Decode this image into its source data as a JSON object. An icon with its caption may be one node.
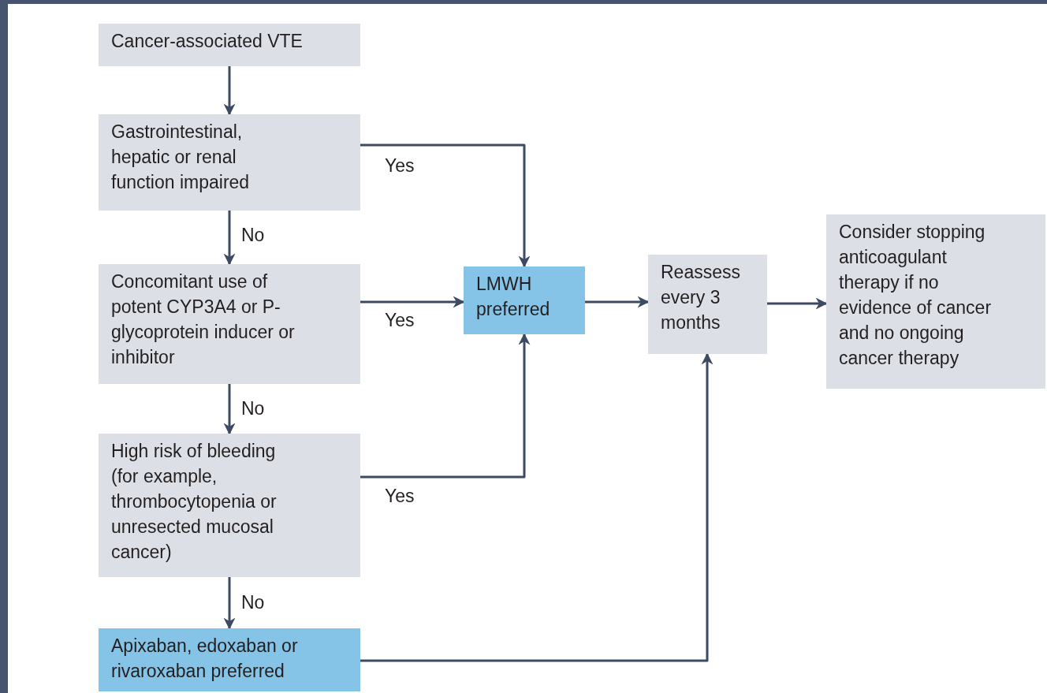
{
  "diagram": {
    "nodes": [
      {
        "text": [
          "Cancer-associated VTE"
        ]
      },
      {
        "text": [
          "Gastrointestinal, hepatic or renal function impaired"
        ]
      },
      {
        "text": [
          "Concomitant use of potent CYP3A4 or P-glycoprotein inducer or inhibitor"
        ]
      },
      {
        "text": [
          "High risk of bleeding (for example, thrombocytopenia or unresected mucosal cancer)"
        ]
      },
      {
        "text": [
          "Apixaban, edoxaban or rivaroxaban preferred"
        ]
      },
      {
        "text": [
          "LMWH preferred"
        ]
      },
      {
        "text": [
          "Reassess every 3 months"
        ]
      },
      {
        "text": [
          "Consider stopping anticoagulant therapy if no evidence of cancer and no ongoing cancer therapy"
        ]
      }
    ],
    "edges": [
      {
        "from": 0,
        "to": 1,
        "arrow": "to"
      },
      {
        "from": 1,
        "to": 2,
        "arrow": "to",
        "label": "No"
      },
      {
        "from": 2,
        "to": 3,
        "arrow": "to",
        "label": "No"
      },
      {
        "from": 3,
        "to": 4,
        "arrow": "to",
        "label": "No"
      },
      {
        "from": 1,
        "to": 5,
        "arrow": "to",
        "label": "Yes"
      },
      {
        "from": 2,
        "to": 5,
        "arrow": "to",
        "label": "Yes"
      },
      {
        "from": 3,
        "to": 5,
        "arrow": "to",
        "label": "Yes"
      },
      {
        "from": 5,
        "to": 6,
        "arrow": "to"
      },
      {
        "from": 6,
        "to": 7,
        "arrow": "to"
      },
      {
        "from": 4,
        "to": 6,
        "arrow": "to"
      }
    ]
  }
}
